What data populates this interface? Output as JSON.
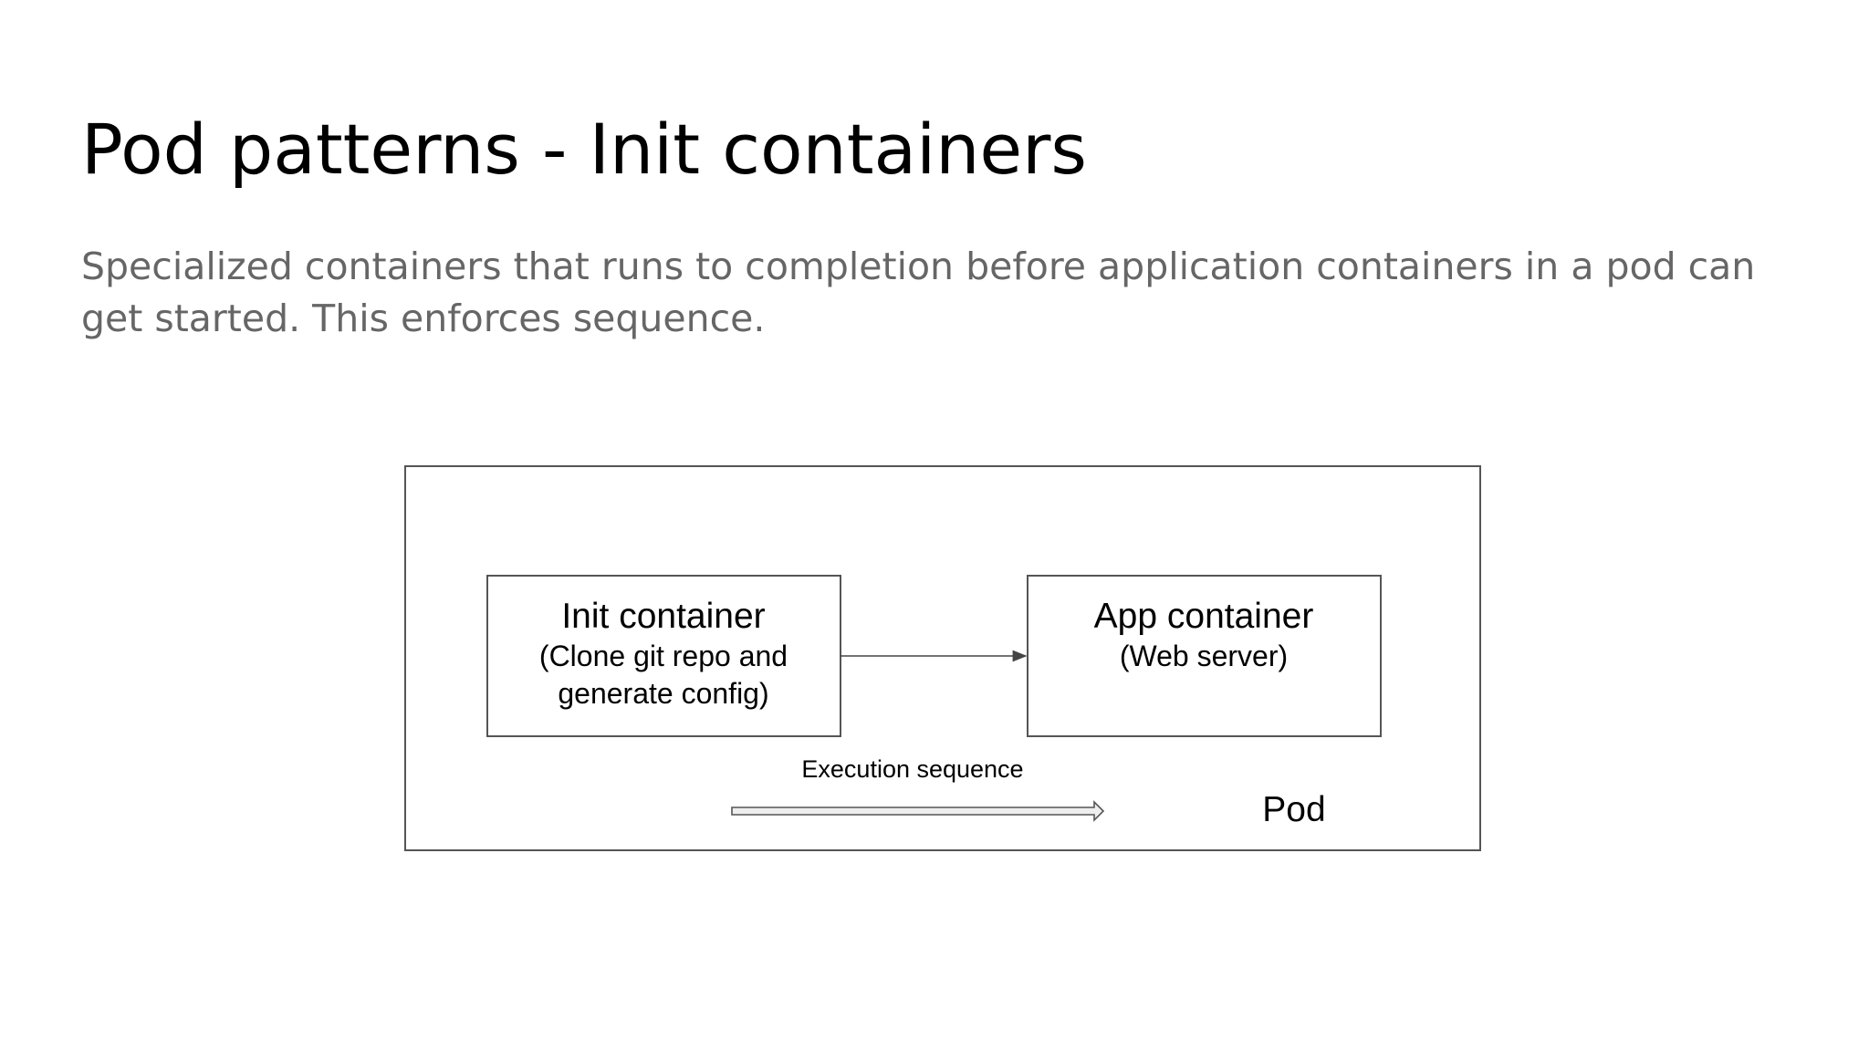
{
  "slide": {
    "title": "Pod patterns - Init containers",
    "subtitle": "Specialized containers that runs to completion before application containers in a pod can get started. This enforces sequence."
  },
  "diagram": {
    "pod_label": "Pod",
    "init_container": {
      "title": "Init container",
      "subtitle_line1": "(Clone git repo and",
      "subtitle_line2": "generate config)"
    },
    "app_container": {
      "title": "App container",
      "subtitle_line1": "(Web server)"
    },
    "sequence_label": "Execution sequence",
    "colors": {
      "stroke": "#555555",
      "hollow_arrow_fill": "#eeeeee"
    }
  }
}
